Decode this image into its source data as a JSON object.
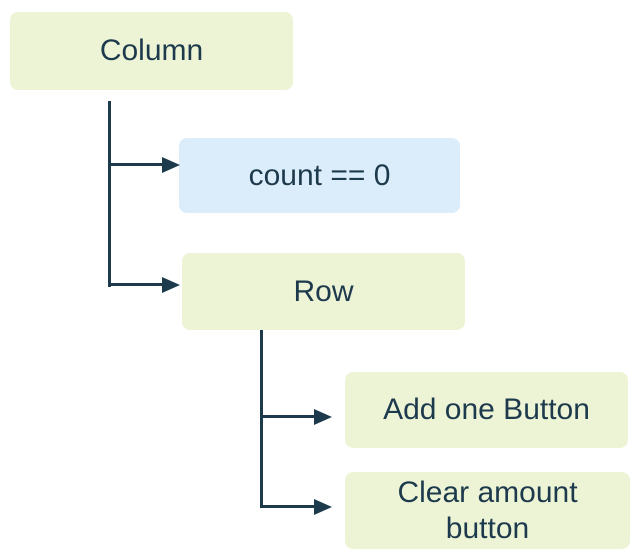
{
  "diagram": {
    "kind": "widget-tree",
    "nodes": {
      "column": {
        "label": "Column",
        "type": "widget"
      },
      "condition": {
        "label": "count == 0",
        "type": "condition"
      },
      "row": {
        "label": "Row",
        "type": "widget"
      },
      "add_one": {
        "label": "Add one Button",
        "type": "widget"
      },
      "clear_amount": {
        "label": "Clear amount button",
        "type": "widget"
      }
    },
    "edges": [
      {
        "from": "Column",
        "to": "count == 0"
      },
      {
        "from": "Column",
        "to": "Row"
      },
      {
        "from": "Row",
        "to": "Add one Button"
      },
      {
        "from": "Row",
        "to": "Clear amount button"
      }
    ],
    "colors": {
      "widget_node_bg": "#edf4d6",
      "condition_node_bg": "#dbedfb",
      "connector": "#1d3a4d",
      "text": "#1d3a4d",
      "canvas_bg": "#ffffff"
    }
  }
}
